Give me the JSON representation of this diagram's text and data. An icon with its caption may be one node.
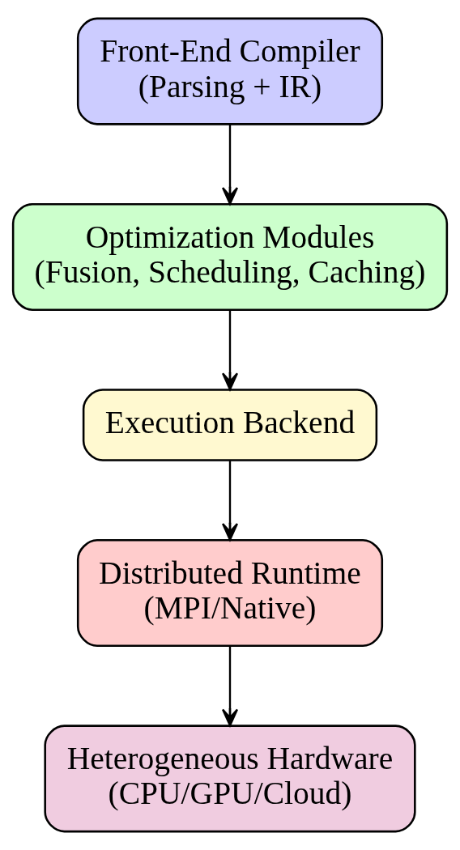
{
  "diagram": {
    "nodes": [
      {
        "text": [
          "Front-End Compiler",
          "(Parsing + IR)"
        ]
      },
      {
        "text": [
          "Optimization Modules",
          "(Fusion, Scheduling, Caching)"
        ]
      },
      {
        "text": [
          "Execution Backend"
        ]
      },
      {
        "text": [
          "Distributed Runtime",
          "(MPI/Native)"
        ]
      },
      {
        "text": [
          "Heterogeneous Hardware",
          "(CPU/GPU/Cloud)"
        ]
      }
    ],
    "edges": [
      {
        "from": 0,
        "to": 1,
        "arrow": "to"
      },
      {
        "from": 1,
        "to": 2,
        "arrow": "to"
      },
      {
        "from": 2,
        "to": 3,
        "arrow": "to"
      },
      {
        "from": 3,
        "to": 4,
        "arrow": "to"
      }
    ]
  }
}
